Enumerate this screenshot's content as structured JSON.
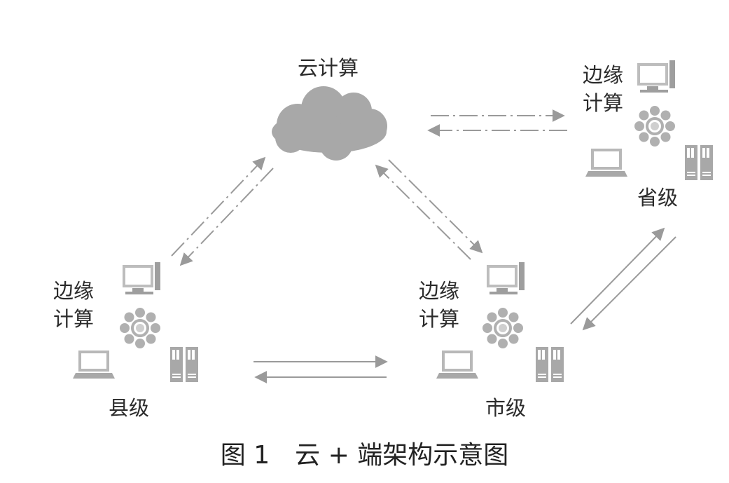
{
  "cloud": {
    "label": "云计算"
  },
  "nodes": {
    "province": {
      "edge_line1": "边缘",
      "edge_line2": "计算",
      "level": "省级"
    },
    "county": {
      "edge_line1": "边缘",
      "edge_line2": "计算",
      "level": "县级"
    },
    "city": {
      "edge_line1": "边缘",
      "edge_line2": "计算",
      "level": "市级"
    }
  },
  "caption": "图 1　云 + 端架构示意图",
  "colors": {
    "line": "#9a9a9a",
    "cloud": "#a8a8a8",
    "icon": "#b0b0b0",
    "text": "#2b2b2b"
  }
}
